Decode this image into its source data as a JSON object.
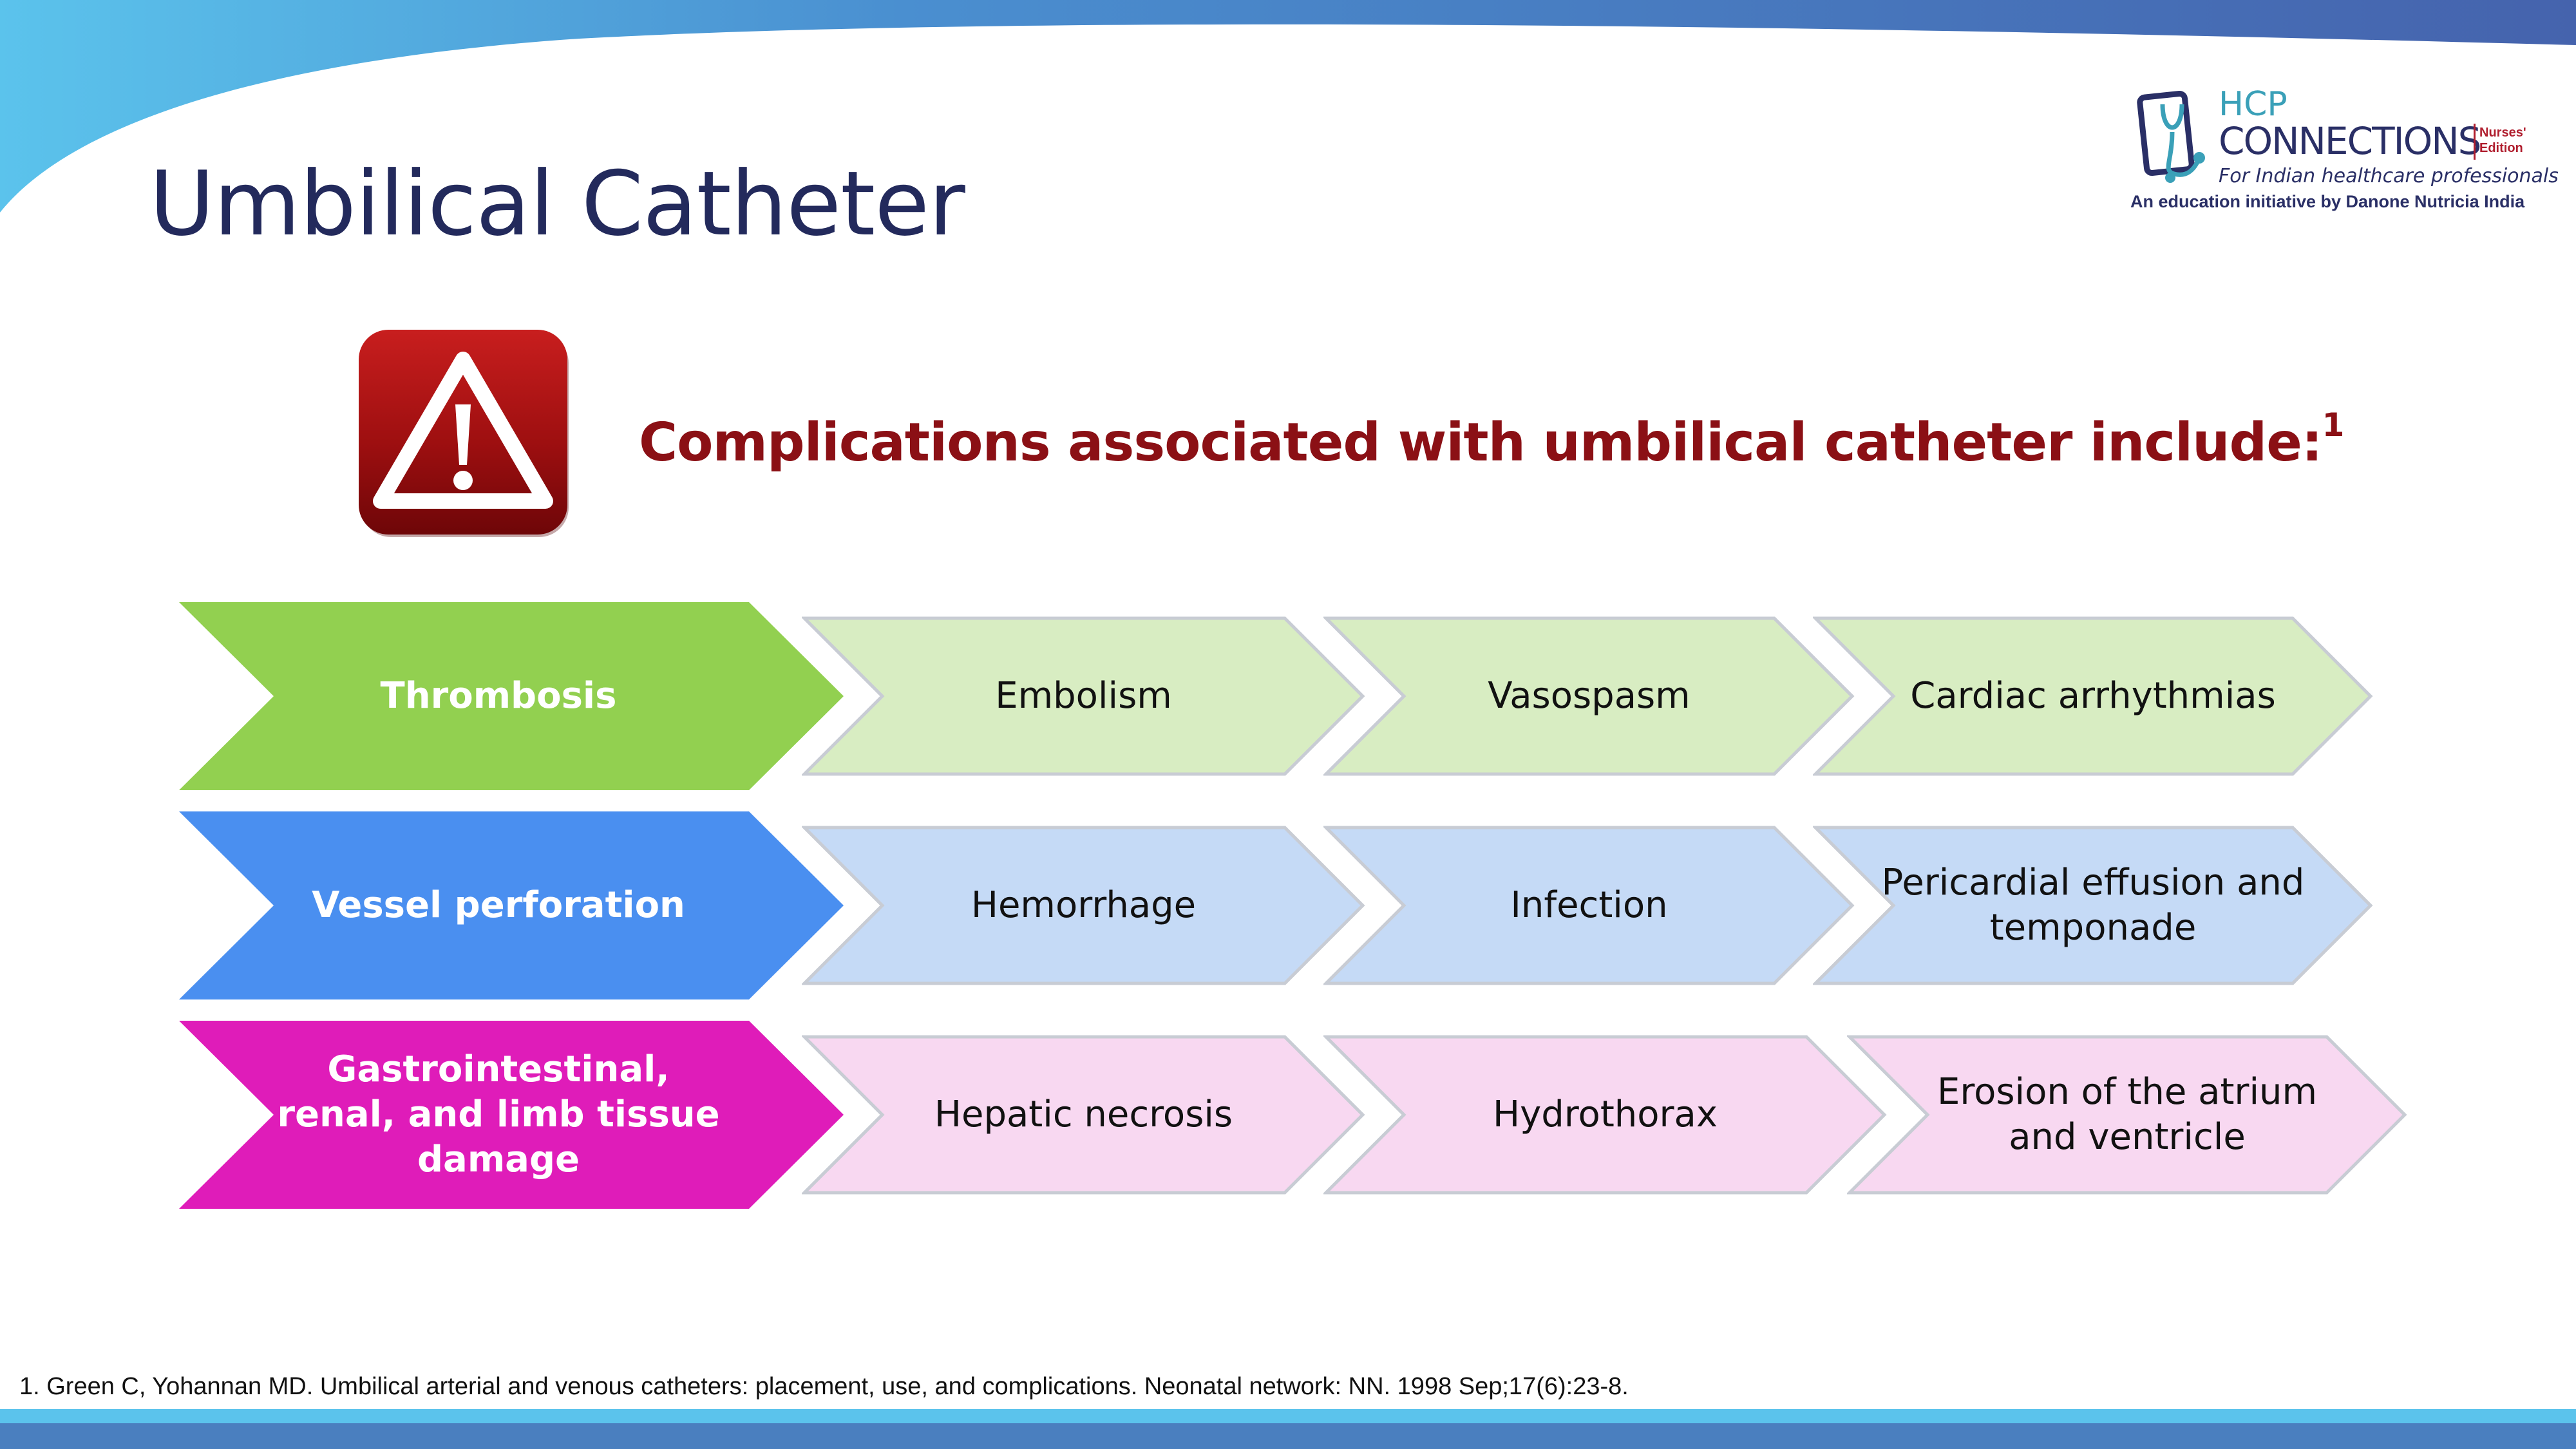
{
  "slide": {
    "title": "Umbilical Catheter",
    "heading": "Complications associated with umbilical catheter include:",
    "heading_ref": "1",
    "footnote": "1. Green C, Yohannan MD. Umbilical arterial and venous catheters: placement, use, and complications. Neonatal network: NN. 1998 Sep;17(6):23-8."
  },
  "logo": {
    "line1": "HCP",
    "line2": "CONNECTIONS",
    "edition": "Nurses'\nEdition",
    "tagline": "For Indian healthcare professionals",
    "initiative": "An education initiative by Danone Nutricia India"
  },
  "icons": {
    "warning": "warning-triangle-icon",
    "logo": "tablet-stethoscope-icon"
  },
  "colors": {
    "title": "#232a5c",
    "heading": "#8b1015",
    "banner_dark": "#4a73b8",
    "banner_light": "#5bc3ec",
    "row1_primary": "#92d050",
    "row1_secondary": "#d8edc2",
    "row2_primary": "#4a8ff0",
    "row2_secondary": "#c5daf6",
    "row3_primary": "#df1cb9",
    "row3_secondary": "#f8d8f1"
  },
  "rows": [
    {
      "primary": "Thrombosis",
      "items": [
        "Embolism",
        "Vasospasm",
        "Cardiac arrhythmias"
      ]
    },
    {
      "primary": "Vessel perforation",
      "items": [
        "Hemorrhage",
        "Infection",
        "Pericardial effusion and temponade"
      ]
    },
    {
      "primary": "Gastrointestinal, renal, and limb tissue damage",
      "items": [
        "Hepatic necrosis",
        "Hydrothorax",
        "Erosion of the atrium and ventricle"
      ]
    }
  ]
}
